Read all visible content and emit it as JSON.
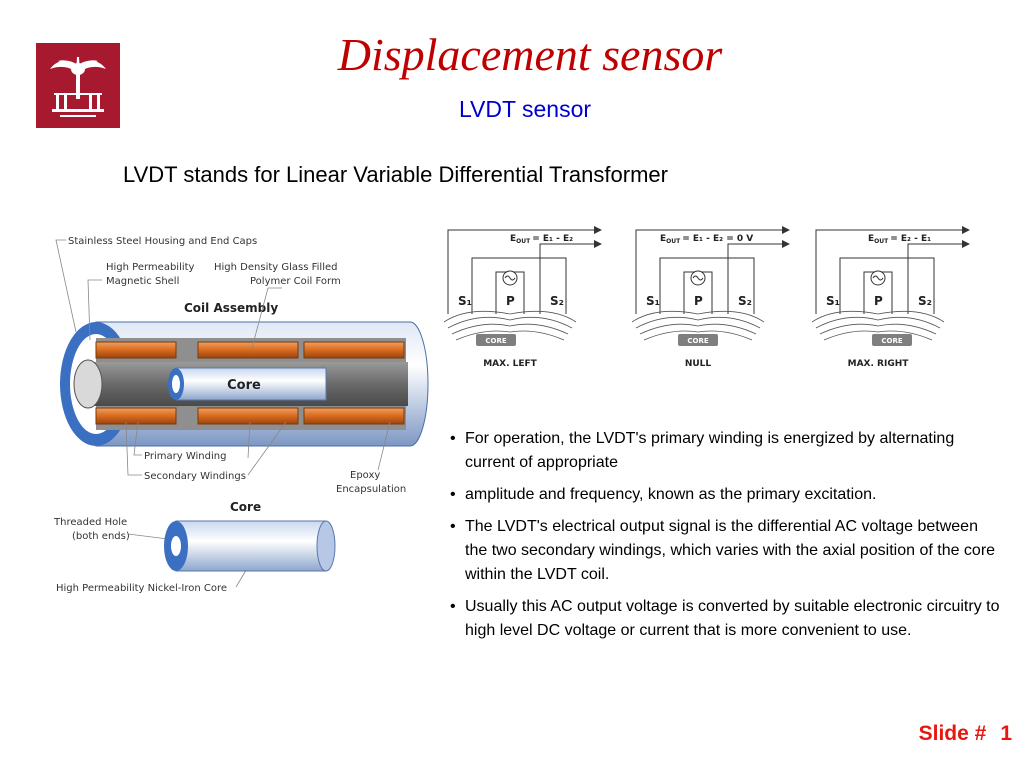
{
  "slide": {
    "title": "Displacement sensor",
    "subtitle": "LVDT sensor",
    "intro": "LVDT stands for Linear Variable Differential Transformer",
    "slide_label": "Slide #",
    "slide_number": "1"
  },
  "logo": {
    "icon": "palmetto-seal-icon",
    "color": "#a6192e"
  },
  "diagram": {
    "labels": {
      "housing": "Stainless Steel Housing and End Caps",
      "shell_line1": "High Permeability",
      "shell_line2": "Magnetic Shell",
      "form_line1": "High Density Glass Filled",
      "form_line2": "Polymer Coil Form",
      "coil_assembly": "Coil Assembly",
      "core": "Core",
      "primary": "Primary Winding",
      "secondary": "Secondary Windings",
      "epoxy_line1": "Epoxy",
      "epoxy_line2": "Encapsulation",
      "core_title": "Core",
      "hole_line1": "Threaded Hole",
      "hole_line2": "(both ends)",
      "nickel": "High Permeability Nickel-Iron Core"
    },
    "circuits": [
      {
        "eq_lhs": "E",
        "eq_sub": "OUT",
        "eq_rhs": "= E₁ - E₂",
        "caption": "MAX. LEFT"
      },
      {
        "eq_lhs": "E",
        "eq_sub": "OUT",
        "eq_rhs": "= E₁ - E₂ = 0 V",
        "caption": "NULL"
      },
      {
        "eq_lhs": "E",
        "eq_sub": "OUT",
        "eq_rhs": "= E₂ - E₁",
        "caption": "MAX. RIGHT"
      }
    ],
    "coil_s1": "S₁",
    "coil_p": "P",
    "coil_s2": "S₂",
    "core_tag": "CORE"
  },
  "bullets": [
    "For operation, the LVDT's primary winding is energized by alternating current of appropriate",
    "amplitude and frequency, known as the primary excitation.",
    "The LVDT's electrical output signal is the differential AC voltage between the two secondary windings, which varies with the axial position of the core within the LVDT coil.",
    "Usually this AC output voltage is converted by suitable electronic circuitry to high level DC voltage or current that is more convenient to use."
  ],
  "colors": {
    "title": "#c00000",
    "subtitle": "#0000cc",
    "footer": "#e8170f"
  }
}
